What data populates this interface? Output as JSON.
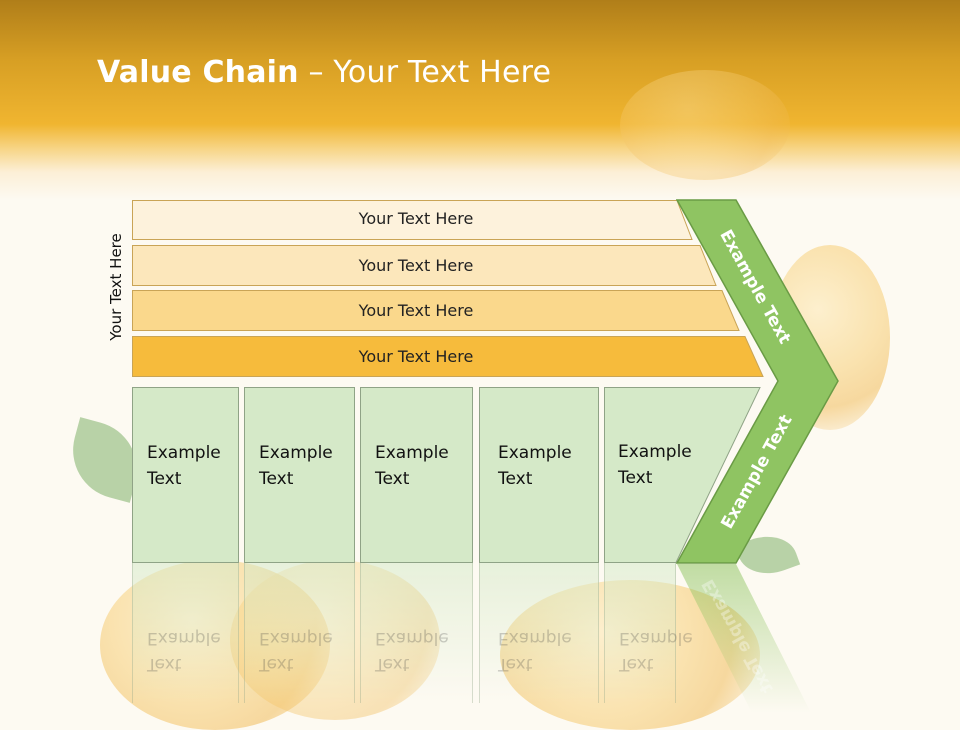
{
  "slide": {
    "title_bold": "Value Chain",
    "title_rest": " – Your Text Here"
  },
  "side_label": "Your Text Here",
  "rows": [
    {
      "label": "Your Text Here",
      "fill": "#fdf2dc",
      "stroke": "#c9a456"
    },
    {
      "label": "Your Text Here",
      "fill": "#fce7bb",
      "stroke": "#c9a456"
    },
    {
      "label": "Your Text Here",
      "fill": "#fad88c",
      "stroke": "#c9a456"
    },
    {
      "label": "Your Text Here",
      "fill": "#f6bb3c",
      "stroke": "#c9a456"
    }
  ],
  "boxes": [
    {
      "line1": "Example",
      "line2": "Text"
    },
    {
      "line1": "Example",
      "line2": "Text"
    },
    {
      "line1": "Example",
      "line2": "Text"
    },
    {
      "line1": "Example",
      "line2": "Text"
    },
    {
      "line1": "Example",
      "line2": "Text"
    }
  ],
  "chevron": {
    "upper_label": "Example Text",
    "lower_label": "Example Text",
    "fill": "#8fc462",
    "stroke": "#6a9b45"
  },
  "colors": {
    "header": "#f0b530",
    "box_fill": "#d5e9c8",
    "background": "#fdfaf2"
  }
}
